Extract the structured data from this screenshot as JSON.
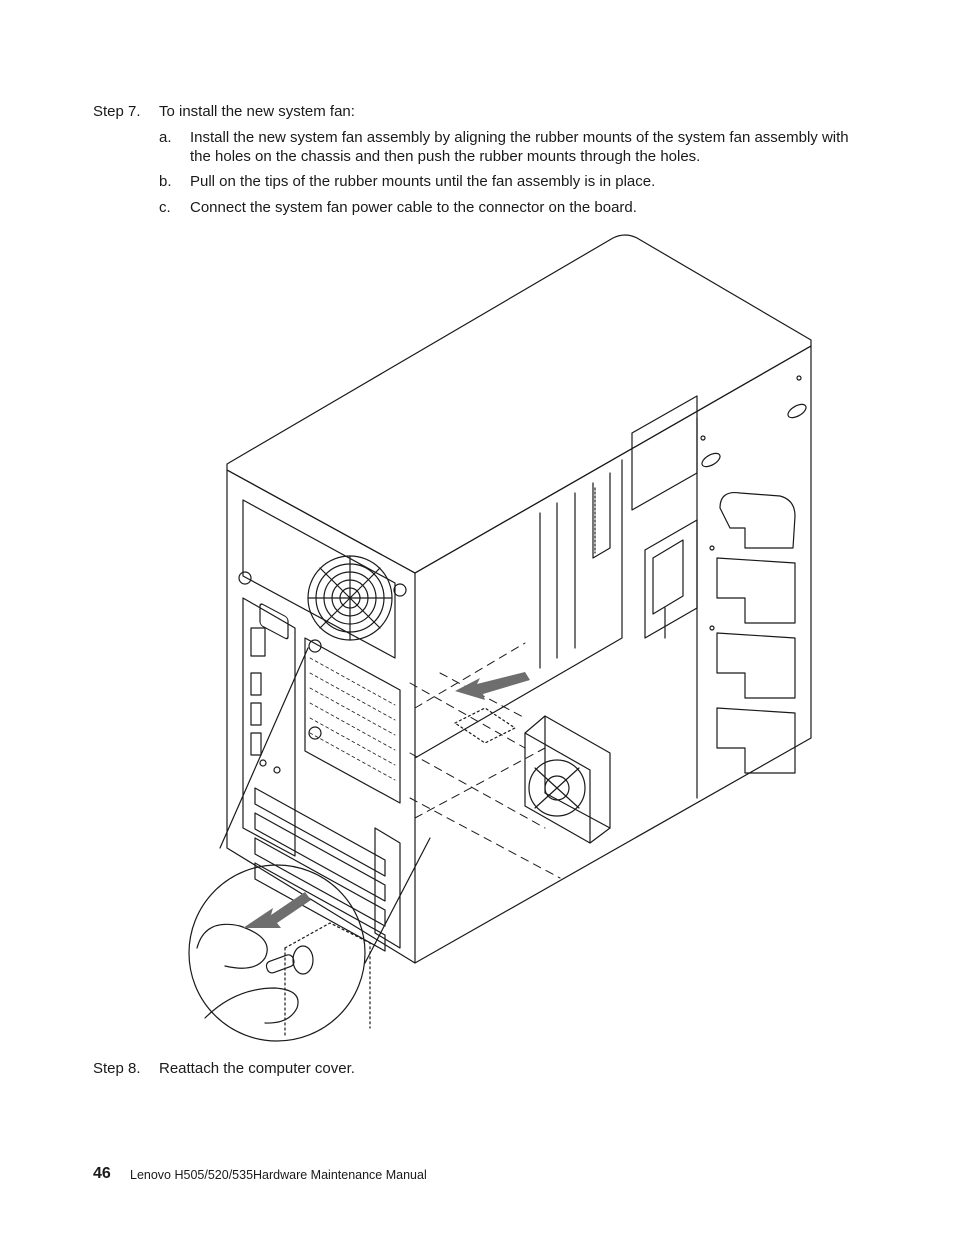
{
  "step7": {
    "number": "Step 7.",
    "text": "To install the new system fan:",
    "substeps": [
      {
        "letter": "a.",
        "text": "Install the new system fan assembly by aligning the rubber mounts of the system fan assembly with the holes on the chassis and then push the rubber mounts through the holes."
      },
      {
        "letter": "b.",
        "text": "Pull on the tips of the rubber mounts until the fan assembly is in place."
      },
      {
        "letter": "c.",
        "text": "Connect the system fan power cable to the connector on the board."
      }
    ]
  },
  "step8": {
    "number": "Step 8.",
    "text": "Reattach the computer cover."
  },
  "footer": {
    "page_number": "46",
    "title": "Lenovo H505/520/535Hardware Maintenance Manual"
  },
  "figure": {
    "line_color": "#1a1a1a",
    "arrow_color": "#6e6e6e"
  }
}
